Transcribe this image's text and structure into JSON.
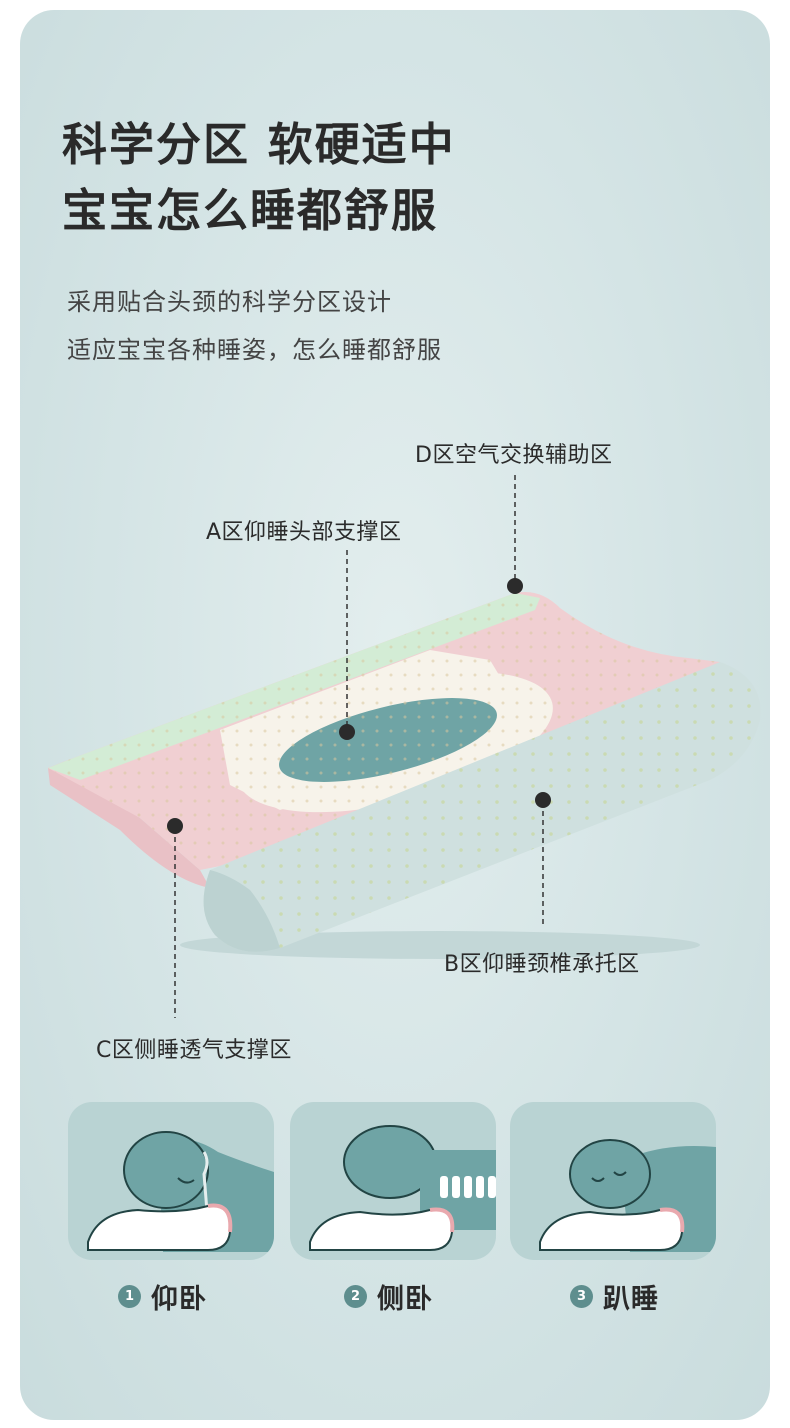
{
  "headline": {
    "line1": "科学分区 软硬适中",
    "line2": "宝宝怎么睡都舒服"
  },
  "subtitle": {
    "line1": "采用贴合头颈的科学分区设计",
    "line2": "适应宝宝各种睡姿，怎么睡都舒服"
  },
  "zones": {
    "d": "D区空气交换辅助区",
    "a": "A区仰睡头部支撑区",
    "b": "B区仰睡颈椎承托区",
    "c": "C区侧睡透气支撑区"
  },
  "poses": [
    {
      "num": "1",
      "label": "仰卧"
    },
    {
      "num": "2",
      "label": "侧卧"
    },
    {
      "num": "3",
      "label": "趴睡"
    }
  ],
  "colors": {
    "teal": "#6fa4a5",
    "pink": "#f0cfd2",
    "mint": "#d3ecd5",
    "cream": "#f7f3ea",
    "side": "#cfe0df"
  }
}
